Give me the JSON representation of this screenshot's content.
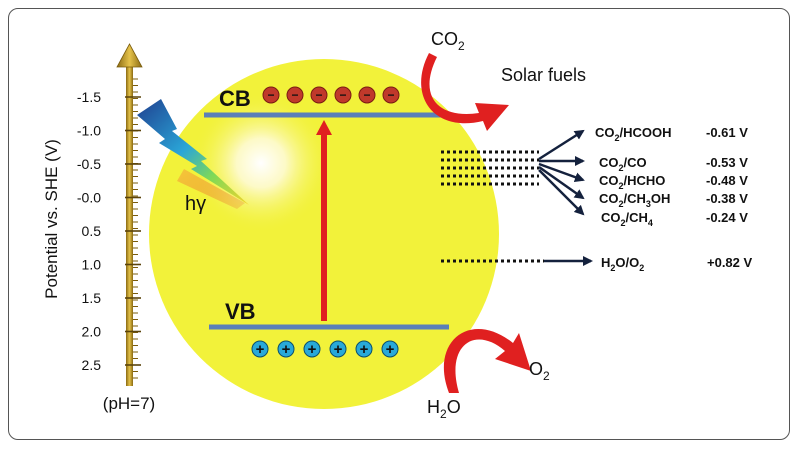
{
  "axis": {
    "title": "Potential vs. SHE (V)",
    "ticks": [
      "-1.5",
      "-1.0",
      "-0.5",
      "-0.0",
      "0.5",
      "1.0",
      "1.5",
      "2.0",
      "2.5"
    ],
    "footer": "(pH=7)"
  },
  "bands": {
    "cb_label": "CB",
    "vb_label": "VB",
    "electron_symbol": "−",
    "hole_symbol": "+",
    "electron_count": 6,
    "hole_count": 6
  },
  "light": {
    "label": "hγ"
  },
  "co2": {
    "base": "CO",
    "sub": "2"
  },
  "solar_fuels": "Solar fuels",
  "h2o": {
    "pre": "H",
    "sub": "2",
    "post": "O"
  },
  "o2": {
    "base": "O",
    "sub": "2"
  },
  "reactions": [
    {
      "parts": [
        {
          "t": "CO"
        },
        {
          "t": "2",
          "sub": true
        },
        {
          "t": "/HCOOH"
        }
      ],
      "potential": "-0.61 V"
    },
    {
      "parts": [
        {
          "t": "CO"
        },
        {
          "t": "2",
          "sub": true
        },
        {
          "t": "/CO"
        }
      ],
      "potential": "-0.53 V"
    },
    {
      "parts": [
        {
          "t": "CO"
        },
        {
          "t": "2",
          "sub": true
        },
        {
          "t": "/HCHO"
        }
      ],
      "potential": "-0.48 V"
    },
    {
      "parts": [
        {
          "t": "CO"
        },
        {
          "t": "2",
          "sub": true
        },
        {
          "t": "/CH"
        },
        {
          "t": "3",
          "sub": true
        },
        {
          "t": "OH"
        }
      ],
      "potential": "-0.38 V"
    },
    {
      "parts": [
        {
          "t": "CO"
        },
        {
          "t": "2",
          "sub": true
        },
        {
          "t": "/CH"
        },
        {
          "t": "4",
          "sub": true
        }
      ],
      "potential": "-0.24 V"
    },
    {
      "parts": [
        {
          "t": "H"
        },
        {
          "t": "2",
          "sub": true
        },
        {
          "t": "O/O"
        },
        {
          "t": "2",
          "sub": true
        }
      ],
      "potential": "+0.82 V"
    }
  ],
  "colors": {
    "sphere": "#f2f23a",
    "band": "#5b7fb8",
    "electron": "#c0392b",
    "hole": "#29a9d8",
    "arrow_red": "#e02020",
    "axis_gold": "#c9a227"
  }
}
